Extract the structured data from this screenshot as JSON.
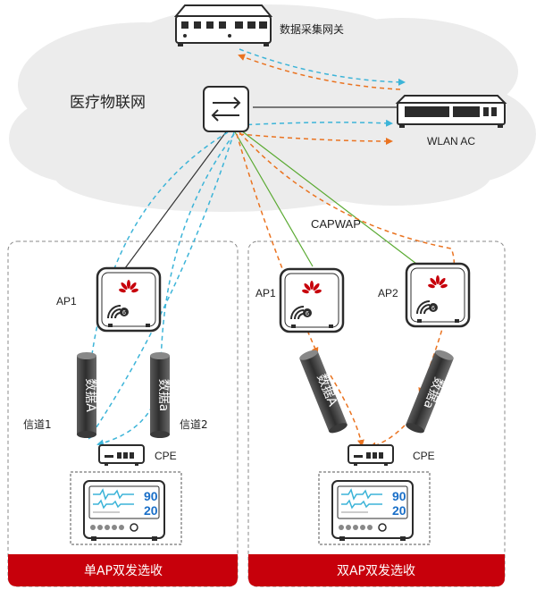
{
  "labels": {
    "gateway": "数据采集网关",
    "iomt": "医疗物联网",
    "wlan_ac": "WLAN AC",
    "capwap": "CAPWAP",
    "ap1_left": "AP1",
    "ap1_right": "AP1",
    "ap2_right": "AP2",
    "channel1": "信道1",
    "channel2": "信道2",
    "cpe_left": "CPE",
    "cpe_right": "CPE",
    "data_A_left": "数据A",
    "data_a_left": "数据a",
    "data_A_right": "数据A",
    "data_a_right": "数据a",
    "ap_brand": "HUAWEI",
    "monitor_value_1": "90",
    "monitor_value_2": "20",
    "panel_left_title": "单AP双发选收",
    "panel_right_title": "双AP双发选收"
  },
  "icons": {
    "gateway": "data-gateway-icon",
    "switch": "switch-icon",
    "wlan_ac": "wlan-controller-icon",
    "ap": "wifi6-access-point-icon",
    "cpe": "cpe-device-icon",
    "monitor": "patient-monitor-icon"
  },
  "colors": {
    "cloud": "#ececec",
    "panel_bar": "#c7000b",
    "dashed_blue": "#3cb4d8",
    "dashed_orange": "#ea7320",
    "link_green": "#5aaa32",
    "link_black": "#333333",
    "monitor_digits": "#1a6fc8",
    "wave": "#3cb4d8"
  }
}
